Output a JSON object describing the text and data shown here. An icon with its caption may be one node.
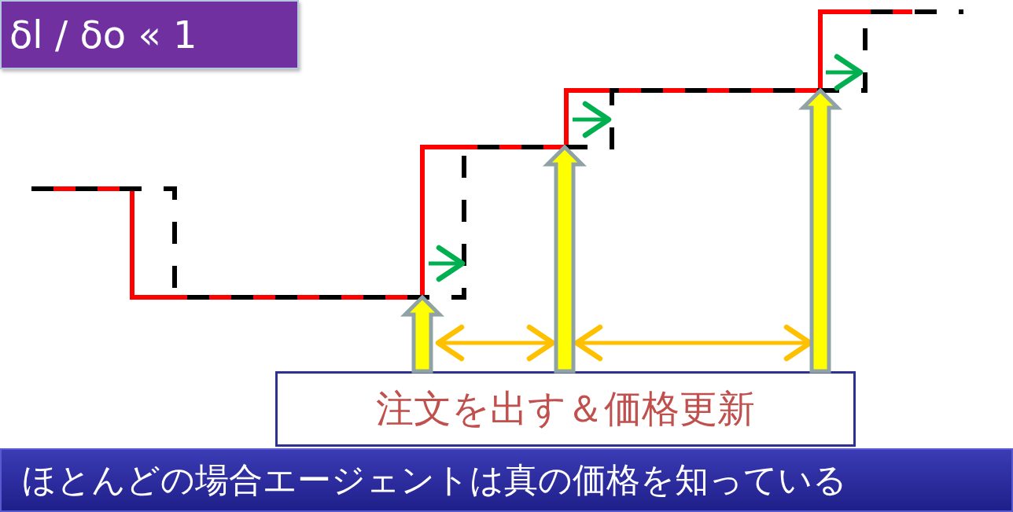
{
  "diagram": {
    "nodes": [
      {
        "text": [
          "δl / δo « 1"
        ]
      },
      {
        "text": [
          "注文を出す＆価格更新"
        ]
      },
      {
        "text": [
          "ほとんどの場合エージェントは真の価格を知っている"
        ]
      }
    ],
    "edges": [
      {
        "from": 1,
        "to": null,
        "arrow": "to",
        "style": "thick",
        "color": "#ffff00"
      },
      {
        "from": 1,
        "to": null,
        "arrow": "to",
        "style": "thick",
        "color": "#ffff00"
      },
      {
        "from": 1,
        "to": null,
        "arrow": "to",
        "style": "thick",
        "color": "#ffff00"
      }
    ]
  }
}
